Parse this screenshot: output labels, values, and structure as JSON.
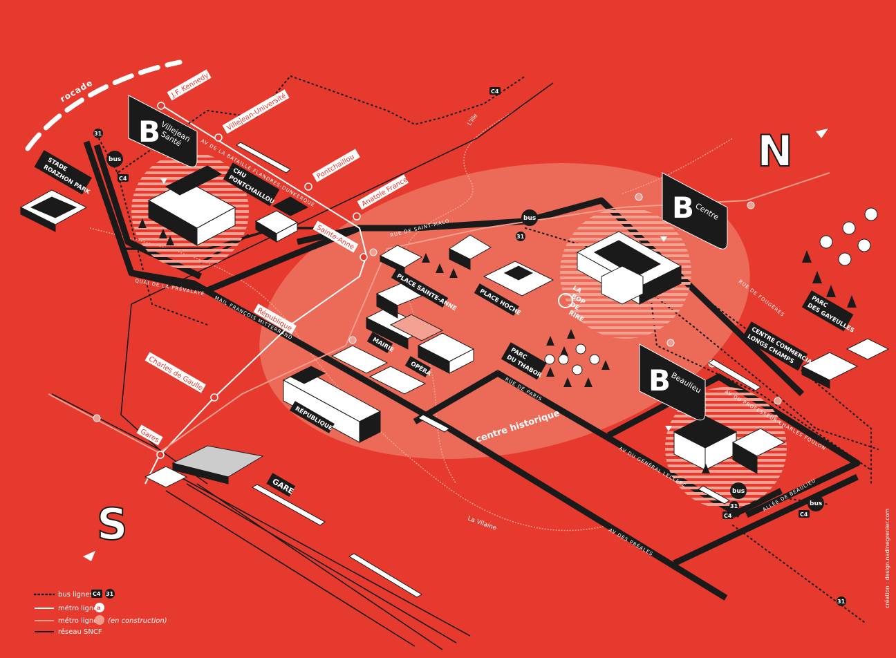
{
  "colors": {
    "background": "#e63a2e",
    "zone": "#ec6a58",
    "dark": "#1a1a1a",
    "light": "#ffffff",
    "metro_b": "#f29d8e"
  },
  "roads": {
    "rocade": "rocade",
    "bataille": "AV DE LA BATAILLE FLANDRES-DUNKERQUE",
    "saint_malo": "RUE DE SAINT-MALO",
    "prevalaye": "QUAI DE LA PRÉVALAYE",
    "mitterrand": "MAIL FRANÇOIS MITTERRAND",
    "fougeres": "RUE DE FOUGÈRES",
    "paris": "RUE DE PARIS",
    "leclerc": "AV DU GÉNÉRAL LECLERC",
    "foulon": "AV DU PROFESSEUR CHARLES FOULON",
    "beaulieu": "ALLÉE DE BEAULIEU",
    "prealis": "AV DES PRÉALES"
  },
  "rivers": {
    "ille": "L'Ille",
    "vilaine": "La Vilaine"
  },
  "stations": {
    "kennedy": "J.F. Kennedy",
    "villejean": "Villejean-Université",
    "pontchaillou": "Pontchaillou",
    "anatole": "Anatole France",
    "sainte_anne": "Sainte-Anne",
    "republique": "République",
    "charles": "Charles de Gaulle",
    "gares": "Gares"
  },
  "places": {
    "stade": [
      "STADE",
      "ROAZHON PARK"
    ],
    "chu": [
      "CHU",
      "PONTCHAILLOU"
    ],
    "place_sainte_anne": "PLACE SAINTE-ANNE",
    "place_hoche": "PLACE HOCHE",
    "mairie": "MAIRIE",
    "opera": "OPÉRA",
    "republique": "RÉPUBLIQUE",
    "thabor": [
      "PARC",
      "DU THABOR"
    ],
    "gare": "GARE",
    "gayeulles": [
      "PARC",
      "DES GAYEULLES"
    ],
    "centre_commercial": [
      "CENTRE COMMERCIAL",
      "LONGS CHAMPS"
    ],
    "historic": "centre historique",
    "bop": [
      "LA",
      "BOP",
      "DE",
      "RIRE"
    ]
  },
  "campuses": {
    "villejean": {
      "letter": "B",
      "name": [
        "Villejean",
        "Santé"
      ]
    },
    "centre": {
      "letter": "B",
      "name": [
        "Centre"
      ]
    },
    "beaulieu": {
      "letter": "B",
      "name": [
        "Beaulieu"
      ]
    }
  },
  "badges": {
    "bus": "bus",
    "c4": "C4",
    "n31": "31"
  },
  "compass": {
    "north": "N",
    "south": "S"
  },
  "legend": {
    "bus": "bus lignes",
    "metro_a": "métro ligne",
    "metro_a_badge": "a",
    "metro_b": "métro ligne",
    "metro_b_badge": "b",
    "metro_b_note": "(en construction)",
    "sncf": "réseau SNCF"
  },
  "credit": "création : design.nadinegrenier.com"
}
